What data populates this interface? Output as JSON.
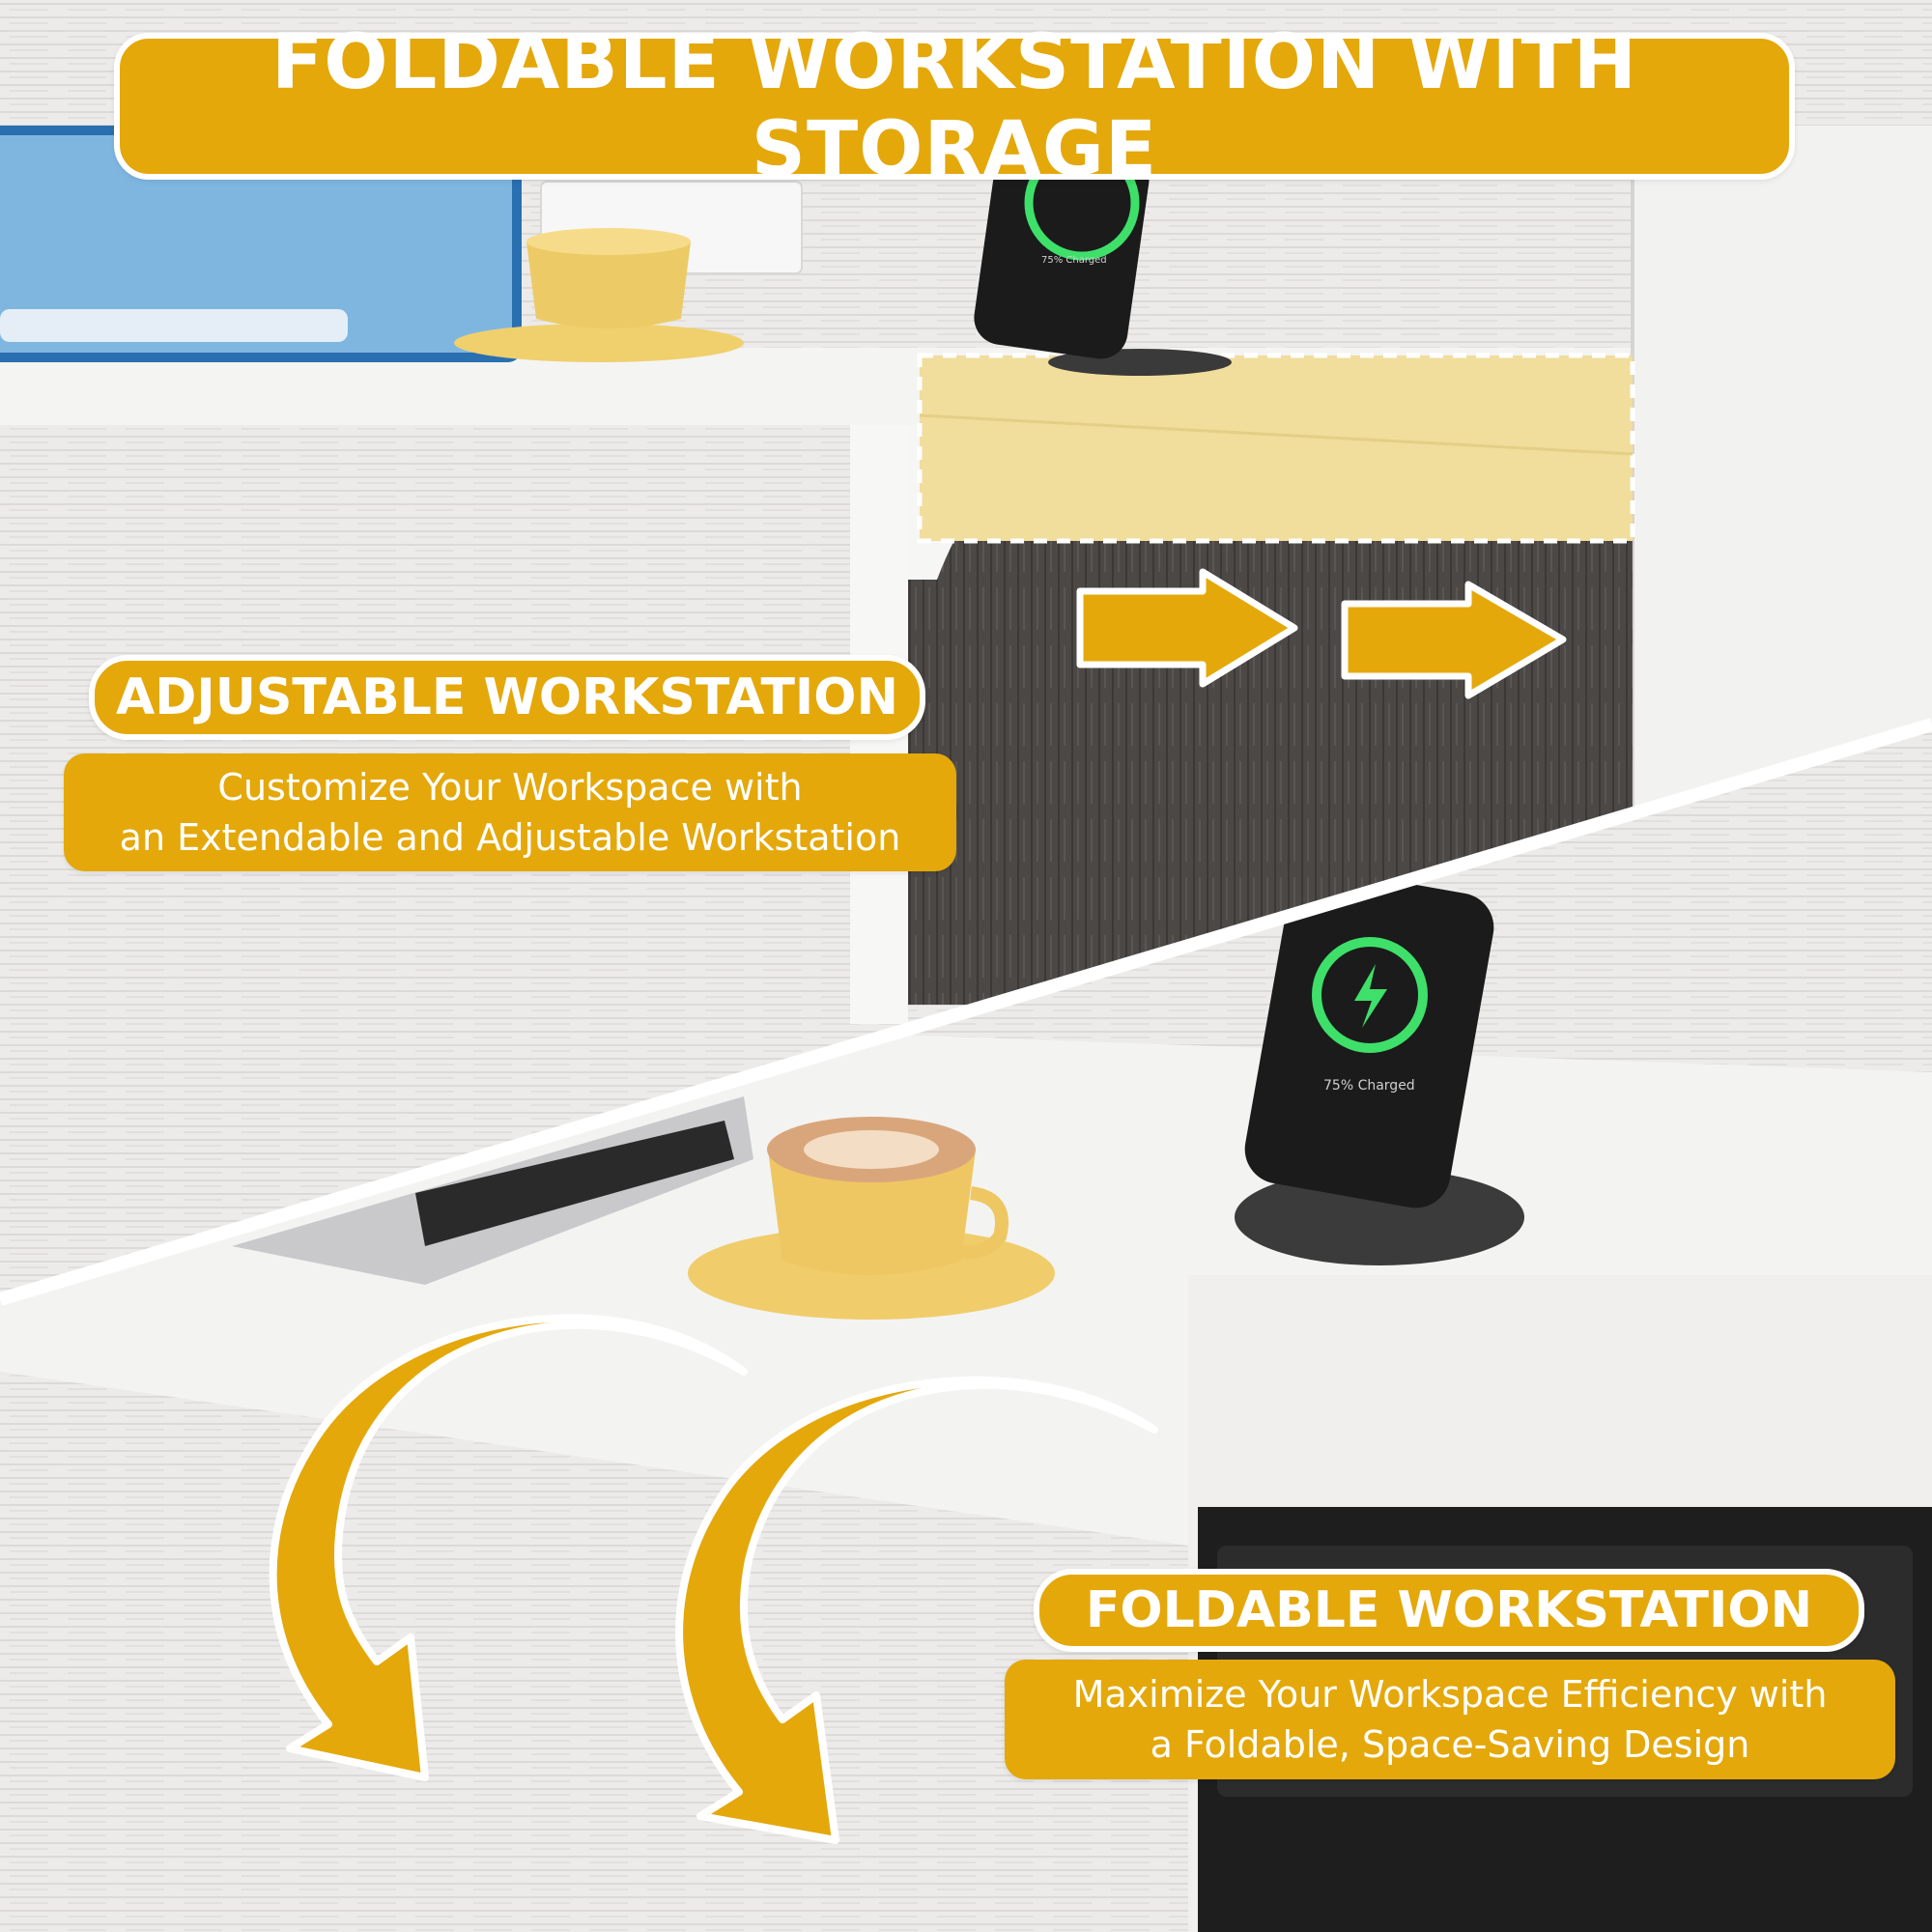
{
  "header": {
    "title": "FOLDABLE WORKSTATION WITH STORAGE"
  },
  "features": {
    "adjustable": {
      "title": "ADJUSTABLE WORKSTATION",
      "desc_line1": "Customize Your Workspace with",
      "desc_line2": "an Extendable and Adjustable Workstation"
    },
    "foldable": {
      "title": "FOLDABLE WORKSTATION",
      "desc_line1": "Maximize Your Workspace Efficiency with",
      "desc_line2": "a Foldable, Space-Saving Design"
    }
  },
  "devices": {
    "phone_status_top": "75% Charged",
    "phone_status_bottom": "75% Charged"
  },
  "colors": {
    "accent": "#e4a80b",
    "charge_ring": "#3ee06a",
    "desk_white": "#efefee",
    "desk_dark": "#4a4644"
  },
  "icons": [
    "arrow-right-icon",
    "curved-arrow-down-icon",
    "lightning-icon"
  ]
}
